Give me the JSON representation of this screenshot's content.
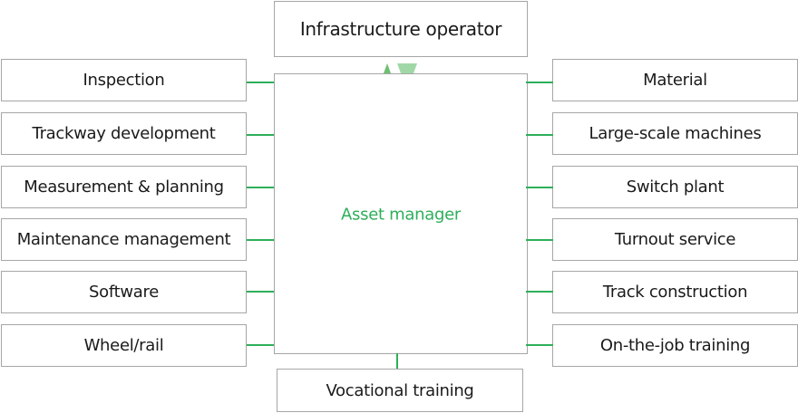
{
  "top": {
    "label": "Infrastructure operator"
  },
  "center": {
    "label": "Asset manager"
  },
  "bottom": {
    "label": "Vocational training"
  },
  "left_items": [
    {
      "label": "Inspection"
    },
    {
      "label": "Trackway development"
    },
    {
      "label": "Measurement & planning"
    },
    {
      "label": "Maintenance management"
    },
    {
      "label": "Software"
    },
    {
      "label": "Wheel/rail"
    }
  ],
  "right_items": [
    {
      "label": "Material"
    },
    {
      "label": "Large-scale machines"
    },
    {
      "label": "Switch plant"
    },
    {
      "label": "Turnout service"
    },
    {
      "label": "Track construction"
    },
    {
      "label": "On-the-job training"
    }
  ],
  "colors": {
    "accent": "#2eaf5a",
    "border": "#a6a6a6",
    "arrow_up": "#6fbf73",
    "arrow_down": "#9fd8a6"
  },
  "icons": [
    "exchange-arrows-icon"
  ]
}
